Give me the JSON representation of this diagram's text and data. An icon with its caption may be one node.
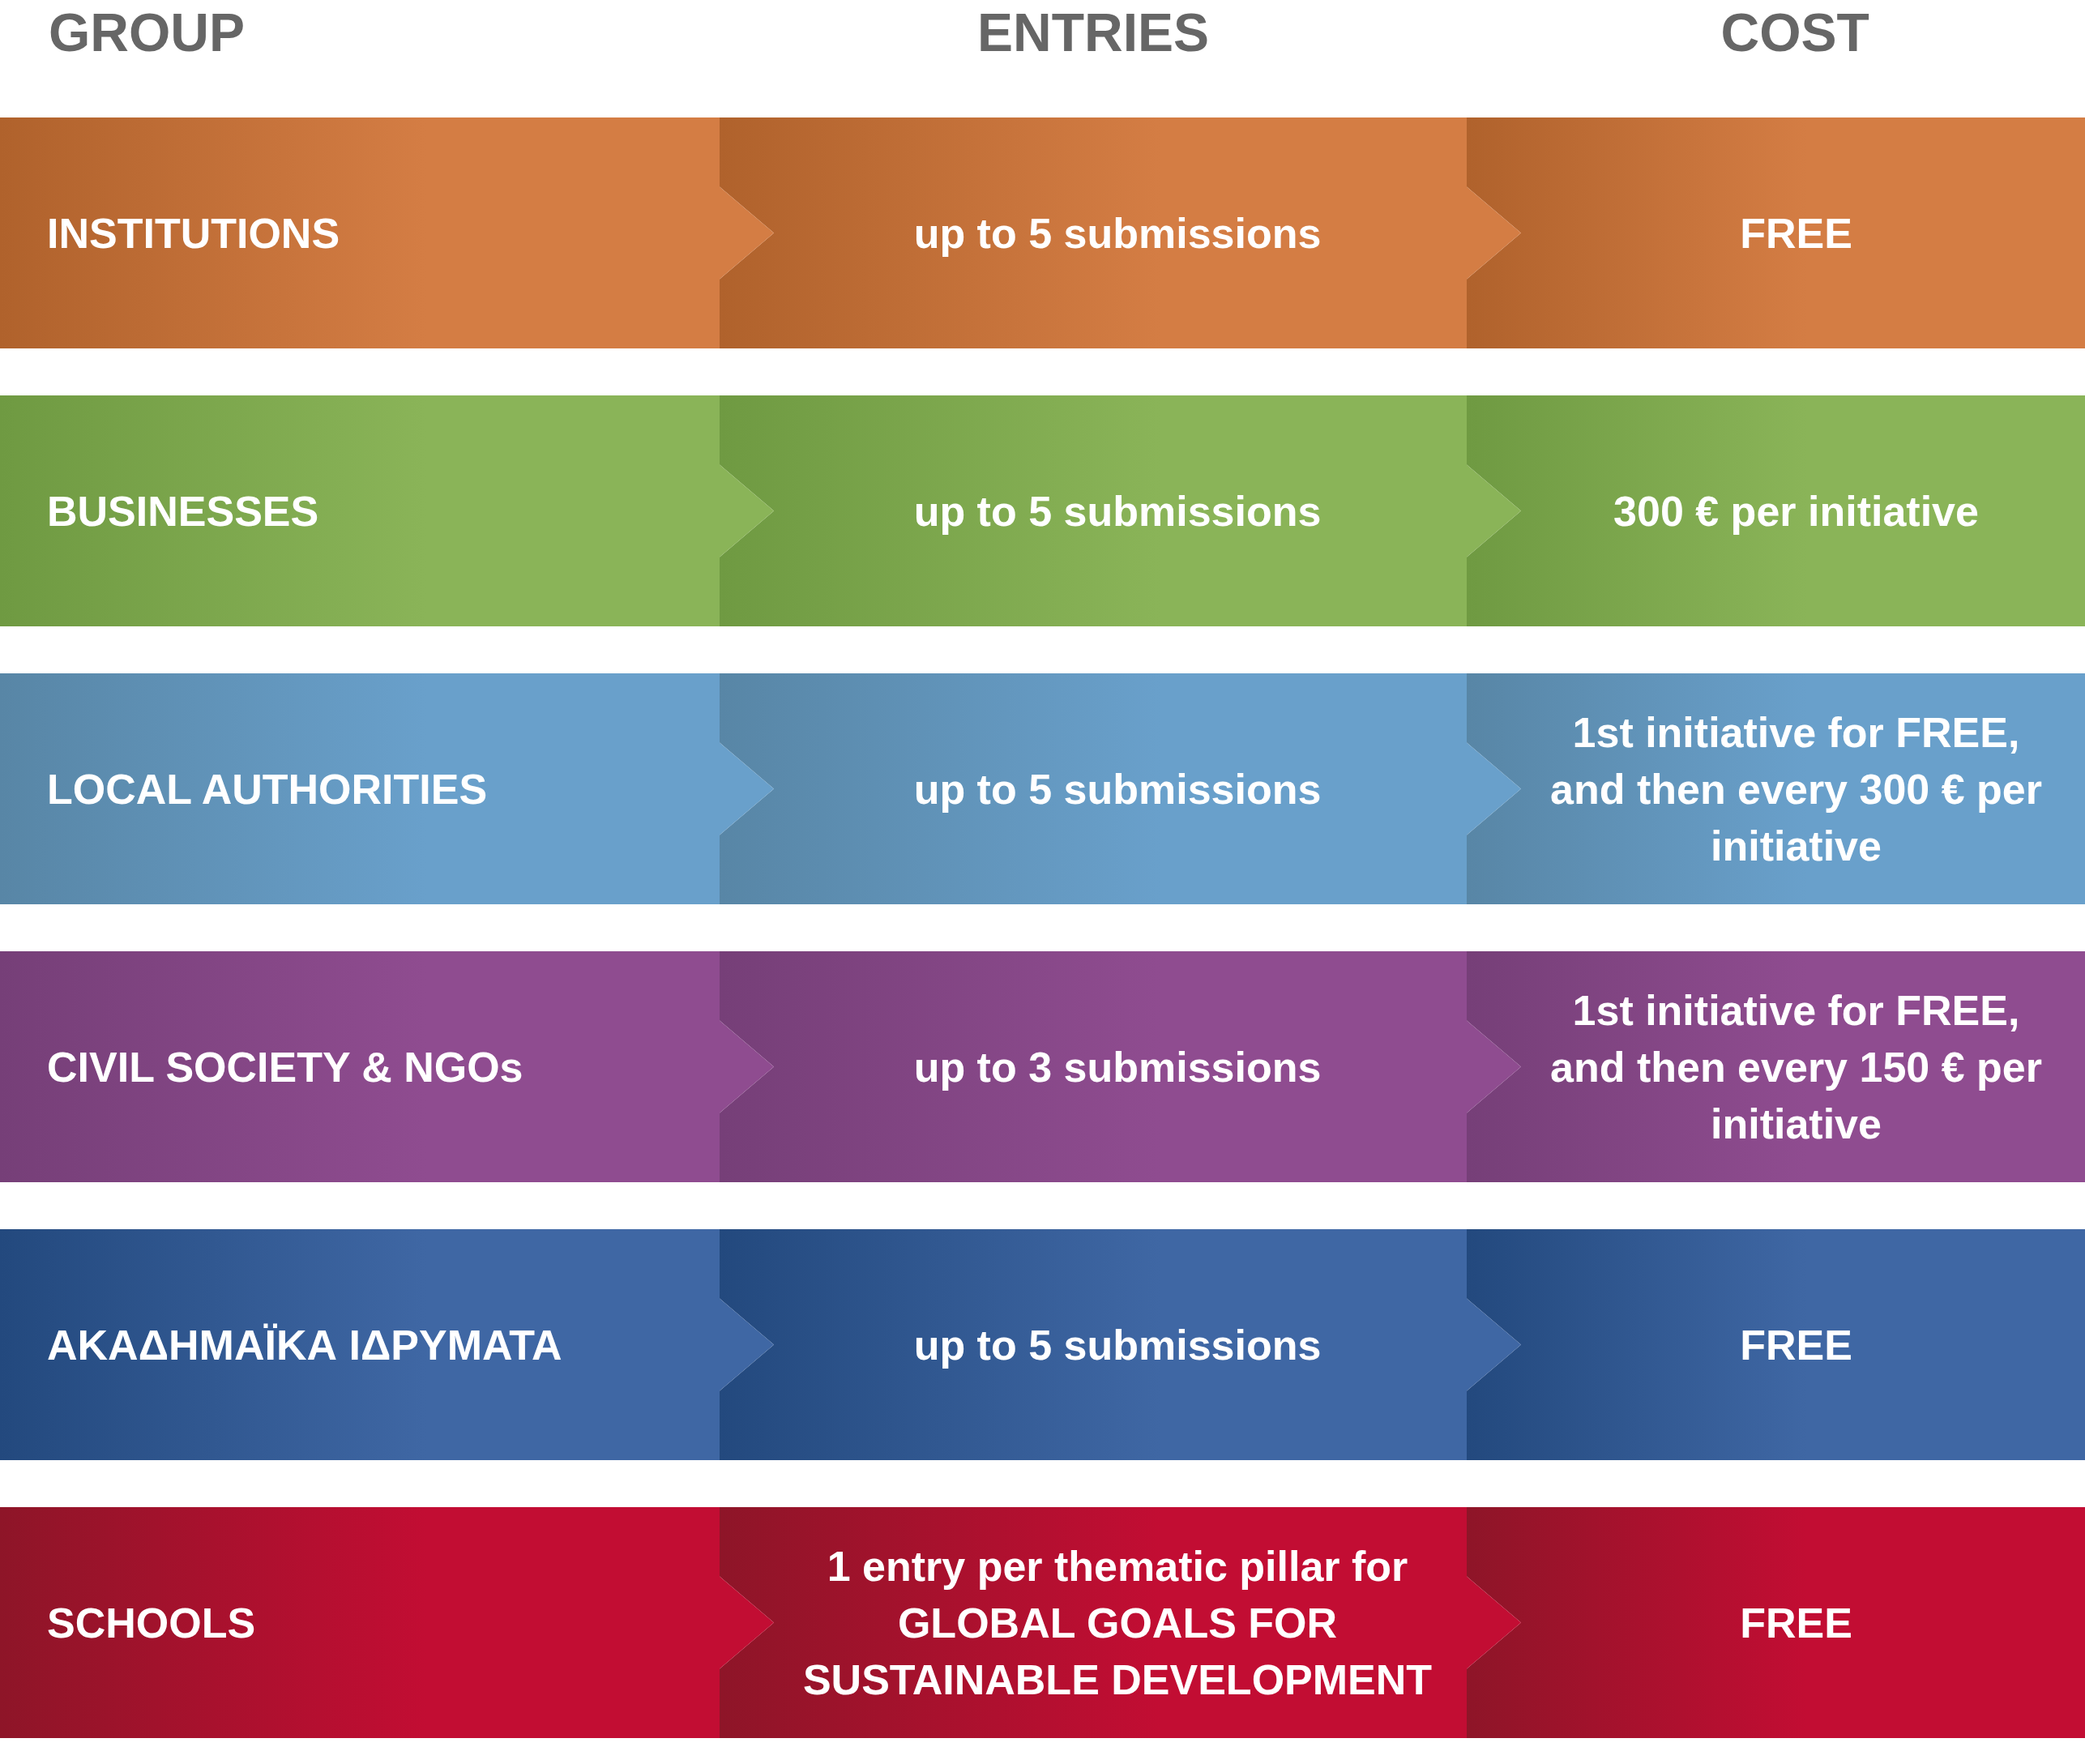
{
  "diagram": {
    "nodes": [
      {
        "text": [
          "INSTITUTIONS"
        ]
      },
      {
        "text": [
          "up to 5 submissions"
        ]
      },
      {
        "text": [
          "FREE"
        ]
      },
      {
        "text": [
          "BUSINESSES"
        ]
      },
      {
        "text": [
          "up to 5 submissions"
        ]
      },
      {
        "text": [
          "300 € per initiative"
        ]
      },
      {
        "text": [
          "LOCAL AUTHORITIES"
        ]
      },
      {
        "text": [
          "up to 5 submissions"
        ]
      },
      {
        "text": [
          "1st initiative for FREE, and then every 300 € per initiative"
        ]
      },
      {
        "text": [
          "CIVIL SOCIETY & NGOs"
        ]
      },
      {
        "text": [
          "up to 3 submissions"
        ]
      },
      {
        "text": [
          "1st initiative for FREE, and then every 150 € per initiative"
        ]
      },
      {
        "text": [
          "ΑΚΑΔΗΜΑΪΚΑ ΙΔΡΥΜΑΤΑ"
        ]
      },
      {
        "text": [
          "up to 5 submissions"
        ]
      },
      {
        "text": [
          "FREE"
        ]
      },
      {
        "text": [
          "SCHOOLS"
        ]
      },
      {
        "text": [
          "1 entry per thematic pillar for GLOBAL GOALS FOR SUSTAINABLE DEVELOPMENT"
        ]
      },
      {
        "text": [
          "FREE"
        ]
      }
    ],
    "labels": [
      "GROUP",
      "ENTRIES",
      "COST"
    ]
  }
}
